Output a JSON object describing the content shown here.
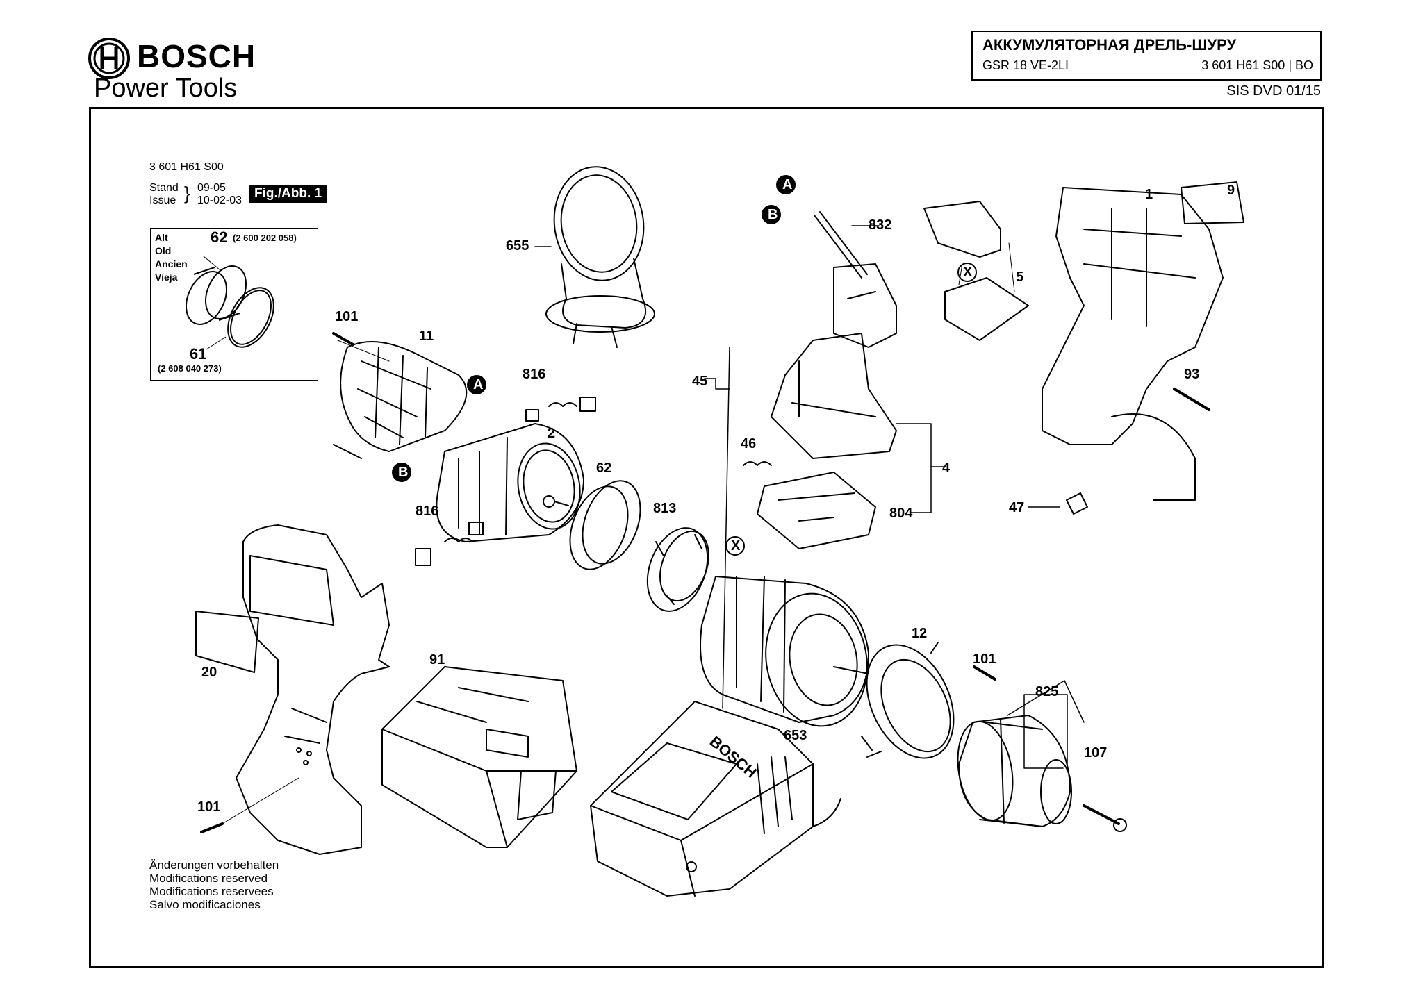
{
  "header": {
    "brand": "BOSCH",
    "brand_sub": "Power Tools",
    "title": "АККУМУЛЯТОРНАЯ ДРЕЛЬ-ШУРУ",
    "model": "GSR 18 VE-2LI",
    "code": "3 601 H61 S00 | BO",
    "sis": "SIS DVD 01/15"
  },
  "figure": {
    "number": "3 601 H61 S00",
    "stand_label": "Stand",
    "issue_label": "Issue",
    "stand_date": "09-05",
    "issue_date": "10-02-03",
    "tag": "Fig./Abb. 1"
  },
  "alt_box": {
    "labels": [
      "Alt",
      "Old",
      "Ancien",
      "Vieja"
    ],
    "part_62": "62",
    "part_62_code": "(2 600 202 058)",
    "part_61": "61",
    "part_61_code": "(2 608 040 273)"
  },
  "callouts": {
    "p1": "1",
    "p2": "2",
    "p4": "4",
    "p5": "5",
    "p9": "9",
    "p11": "11",
    "p12": "12",
    "p20": "20",
    "p45": "45",
    "p46": "46",
    "p47": "47",
    "p62": "62",
    "p91": "91",
    "p93": "93",
    "p101a": "101",
    "p101b": "101",
    "p101c": "101",
    "p107": "107",
    "p653": "653",
    "p655": "655",
    "p804": "804",
    "p813": "813",
    "p816a": "816",
    "p816b": "816",
    "p825": "825",
    "p832": "832",
    "marker_a": "A",
    "marker_b": "B",
    "marker_x": "X"
  },
  "notes": [
    "Änderungen vorbehalten",
    "Modifications reserved",
    "Modifications reservees",
    "Salvo modificaciones"
  ],
  "charger_label": "BOSCH"
}
